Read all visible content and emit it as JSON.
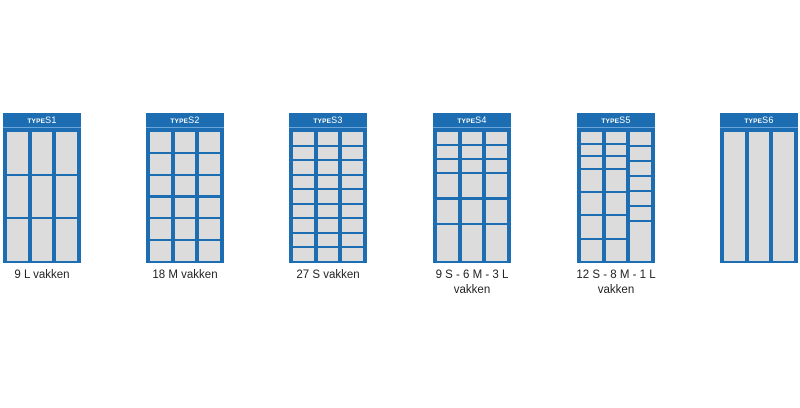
{
  "lockers": [
    {
      "prefix": "TYPE",
      "code": "S1",
      "caption": "9 L vakken",
      "columns": [
        [
          1,
          1,
          1
        ],
        [
          1,
          1,
          1
        ],
        [
          1,
          1,
          1
        ]
      ]
    },
    {
      "prefix": "TYPE",
      "code": "S2",
      "caption": "18 M vakken",
      "columns": [
        [
          1,
          1,
          1,
          1,
          1,
          1
        ],
        [
          1,
          1,
          1,
          1,
          1,
          1
        ],
        [
          1,
          1,
          1,
          1,
          1,
          1
        ]
      ]
    },
    {
      "prefix": "TYPE",
      "code": "S3",
      "caption": "27 S vakken",
      "columns": [
        [
          1,
          1,
          1,
          1,
          1,
          1,
          1,
          1,
          1
        ],
        [
          1,
          1,
          1,
          1,
          1,
          1,
          1,
          1,
          1
        ],
        [
          1,
          1,
          1,
          1,
          1,
          1,
          1,
          1,
          1
        ]
      ]
    },
    {
      "prefix": "TYPE",
      "code": "S4",
      "caption": "9 S - 6 M - 3 L vakken",
      "columns": [
        [
          1,
          1,
          1,
          2,
          2,
          3
        ],
        [
          1,
          1,
          1,
          2,
          2,
          3
        ],
        [
          1,
          1,
          1,
          2,
          2,
          3
        ]
      ]
    },
    {
      "prefix": "TYPE",
      "code": "S5",
      "caption": "12 S - 8 M - 1 L vakken",
      "columns": [
        [
          1,
          1,
          1,
          2,
          2,
          2,
          2
        ],
        [
          1,
          1,
          1,
          2,
          2,
          2,
          2
        ],
        [
          1,
          1,
          1,
          1,
          1,
          1,
          3
        ]
      ]
    },
    {
      "prefix": "TYPE",
      "code": "S6",
      "caption": "",
      "columns": [
        [
          1
        ],
        [
          1
        ],
        [
          1
        ]
      ]
    }
  ],
  "colors": {
    "frame": "#1c6db1",
    "compartment": "#dcdcdc",
    "caption": "#222222"
  }
}
